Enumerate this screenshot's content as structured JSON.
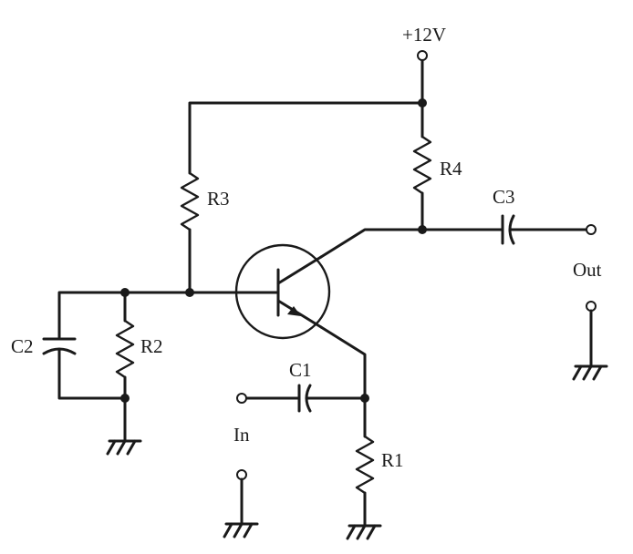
{
  "labels": {
    "supply": "+12V",
    "r1": "R1",
    "r2": "R2",
    "r3": "R3",
    "r4": "R4",
    "c1": "C1",
    "c2": "C2",
    "c3": "C3",
    "input": "In",
    "output": "Out"
  }
}
